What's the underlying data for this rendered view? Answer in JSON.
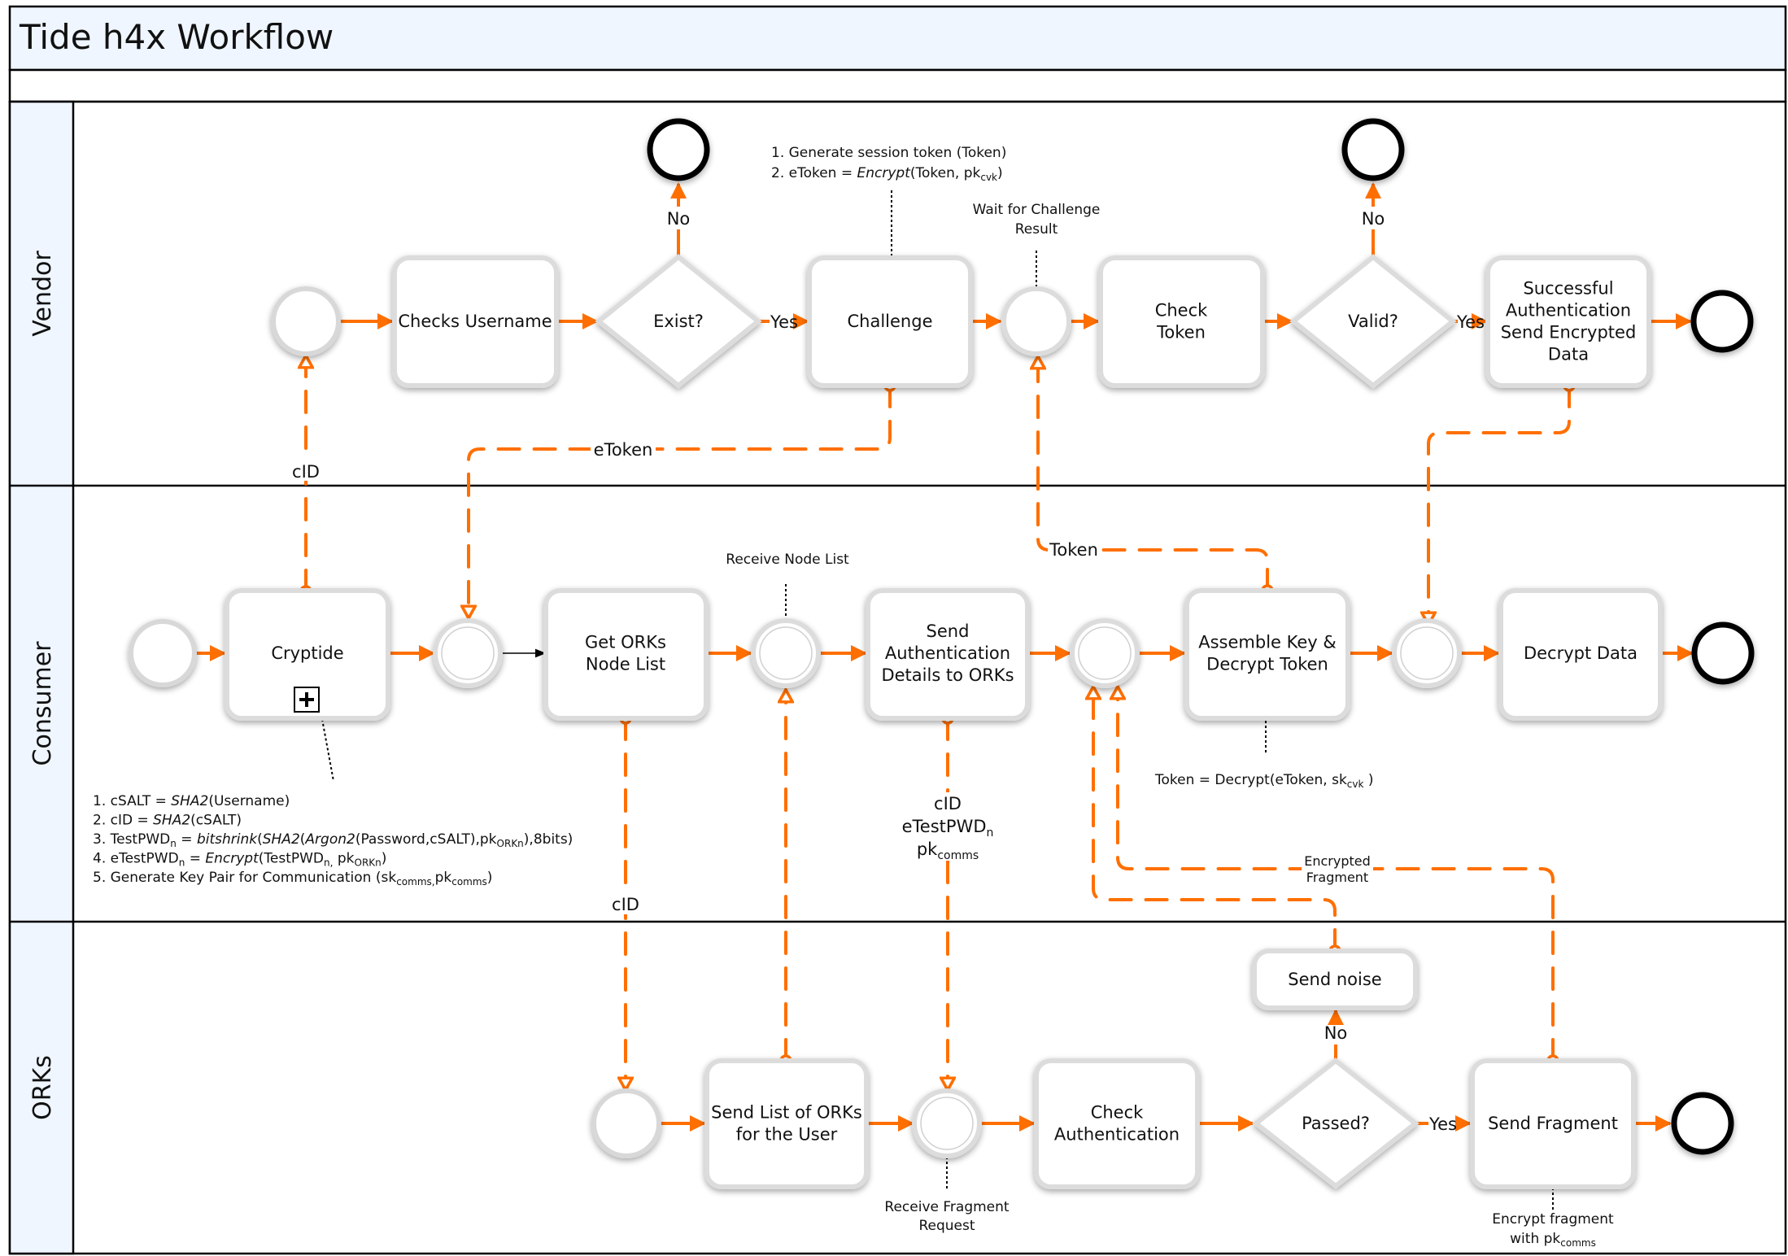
{
  "title": "Tide h4x Workflow",
  "colors": {
    "accent": "#FF6F00",
    "header_fill": "#EFF6FF",
    "border": "#000000",
    "shape_shadow": "#D6D6D6"
  },
  "lanes": [
    {
      "id": "vendor",
      "label": "Vendor"
    },
    {
      "id": "consumer",
      "label": "Consumer"
    },
    {
      "id": "orks",
      "label": "ORKs"
    }
  ],
  "vendor": {
    "tasks": {
      "checks_username": [
        "Checks Username"
      ],
      "challenge": [
        "Challenge"
      ],
      "check_token": [
        "Check",
        "Token"
      ],
      "successful": [
        "Successful",
        "Authentication",
        "Send Encrypted",
        "Data"
      ]
    },
    "gateways": {
      "exist": "Exist?",
      "valid": "Valid?"
    },
    "flow_labels": {
      "exist_no": "No",
      "exist_yes": "Yes",
      "valid_no": "No",
      "valid_yes": "Yes"
    },
    "annotations": {
      "challenge_note_1": "1. Generate session token (Token)",
      "challenge_note_2_prefix": "2. eToken = ",
      "challenge_note_2_func": "Encrypt",
      "challenge_note_2_args": "(Token, pk",
      "challenge_note_2_sub": "cvk",
      "challenge_note_2_close": ")",
      "wait_note": [
        "Wait for Challenge",
        "Result"
      ]
    }
  },
  "consumer": {
    "tasks": {
      "cryptide": [
        "Cryptide"
      ],
      "get_orks": [
        "Get ORKs",
        "Node List"
      ],
      "send_auth": [
        "Send",
        "Authentication",
        "Details to ORKs"
      ],
      "assemble": [
        "Assemble Key &",
        "Decrypt Token"
      ],
      "decrypt": [
        "Decrypt Data"
      ]
    },
    "annotations": {
      "receive_node_list": "Receive Node List",
      "token_decrypt_prefix": "Token = Decrypt(eToken, sk",
      "token_decrypt_sub": "cvk",
      "token_decrypt_close": " )",
      "cryptide_steps": [
        {
          "parts": [
            {
              "t": "1. cSALT = "
            },
            {
              "t": "SHA2",
              "i": true
            },
            {
              "t": "(Username)"
            }
          ]
        },
        {
          "parts": [
            {
              "t": "2. cID = "
            },
            {
              "t": "SHA2",
              "i": true
            },
            {
              "t": "(cSALT)"
            }
          ]
        },
        {
          "parts": [
            {
              "t": "3. TestPWD"
            },
            {
              "t": "n",
              "sub": true
            },
            {
              "t": " = "
            },
            {
              "t": "bitshrink",
              "i": true
            },
            {
              "t": "("
            },
            {
              "t": "SHA2",
              "i": true
            },
            {
              "t": "("
            },
            {
              "t": "Argon2",
              "i": true
            },
            {
              "t": "(Password,cSALT),pk"
            },
            {
              "t": "ORKn",
              "sub": true
            },
            {
              "t": "),8bits)"
            }
          ]
        },
        {
          "parts": [
            {
              "t": "4. eTestPWD"
            },
            {
              "t": "n",
              "sub": true
            },
            {
              "t": " = "
            },
            {
              "t": "Encrypt",
              "i": true
            },
            {
              "t": "(TestPWD"
            },
            {
              "t": "n,",
              "sub": true
            },
            {
              "t": " pk"
            },
            {
              "t": "ORKn",
              "sub": true
            },
            {
              "t": ")"
            }
          ]
        },
        {
          "parts": [
            {
              "t": "5. Generate Key Pair for Communication (sk"
            },
            {
              "t": "comms,",
              "sub": true
            },
            {
              "t": "pk"
            },
            {
              "t": "comms",
              "sub": true
            },
            {
              "t": ")"
            }
          ]
        }
      ]
    }
  },
  "orks": {
    "tasks": {
      "send_list": [
        "Send List of ORKs",
        "for the User"
      ],
      "check_auth": [
        "Check",
        "Authentication"
      ],
      "send_noise": [
        "Send noise"
      ],
      "send_fragment": [
        "Send Fragment"
      ]
    },
    "gateways": {
      "passed": "Passed?"
    },
    "flow_labels": {
      "passed_no": "No",
      "passed_yes": "Yes"
    },
    "annotations": {
      "receive_fragment": [
        "Receive Fragment",
        "Request"
      ],
      "encrypt_fragment_1": "Encrypt fragment",
      "encrypt_fragment_2_prefix": "with pk",
      "encrypt_fragment_2_sub": "comms"
    }
  },
  "messages": {
    "cid_vendor": "cID",
    "etoken": "eToken",
    "token": "Token",
    "cid_orks": "cID",
    "auth_details": [
      {
        "t": "cID"
      },
      {
        "t": "eTestPWD",
        "sub": "n"
      },
      {
        "t": "pk",
        "sub": "comms"
      }
    ],
    "encrypted_fragment": [
      "Encrypted",
      "Fragment"
    ]
  }
}
